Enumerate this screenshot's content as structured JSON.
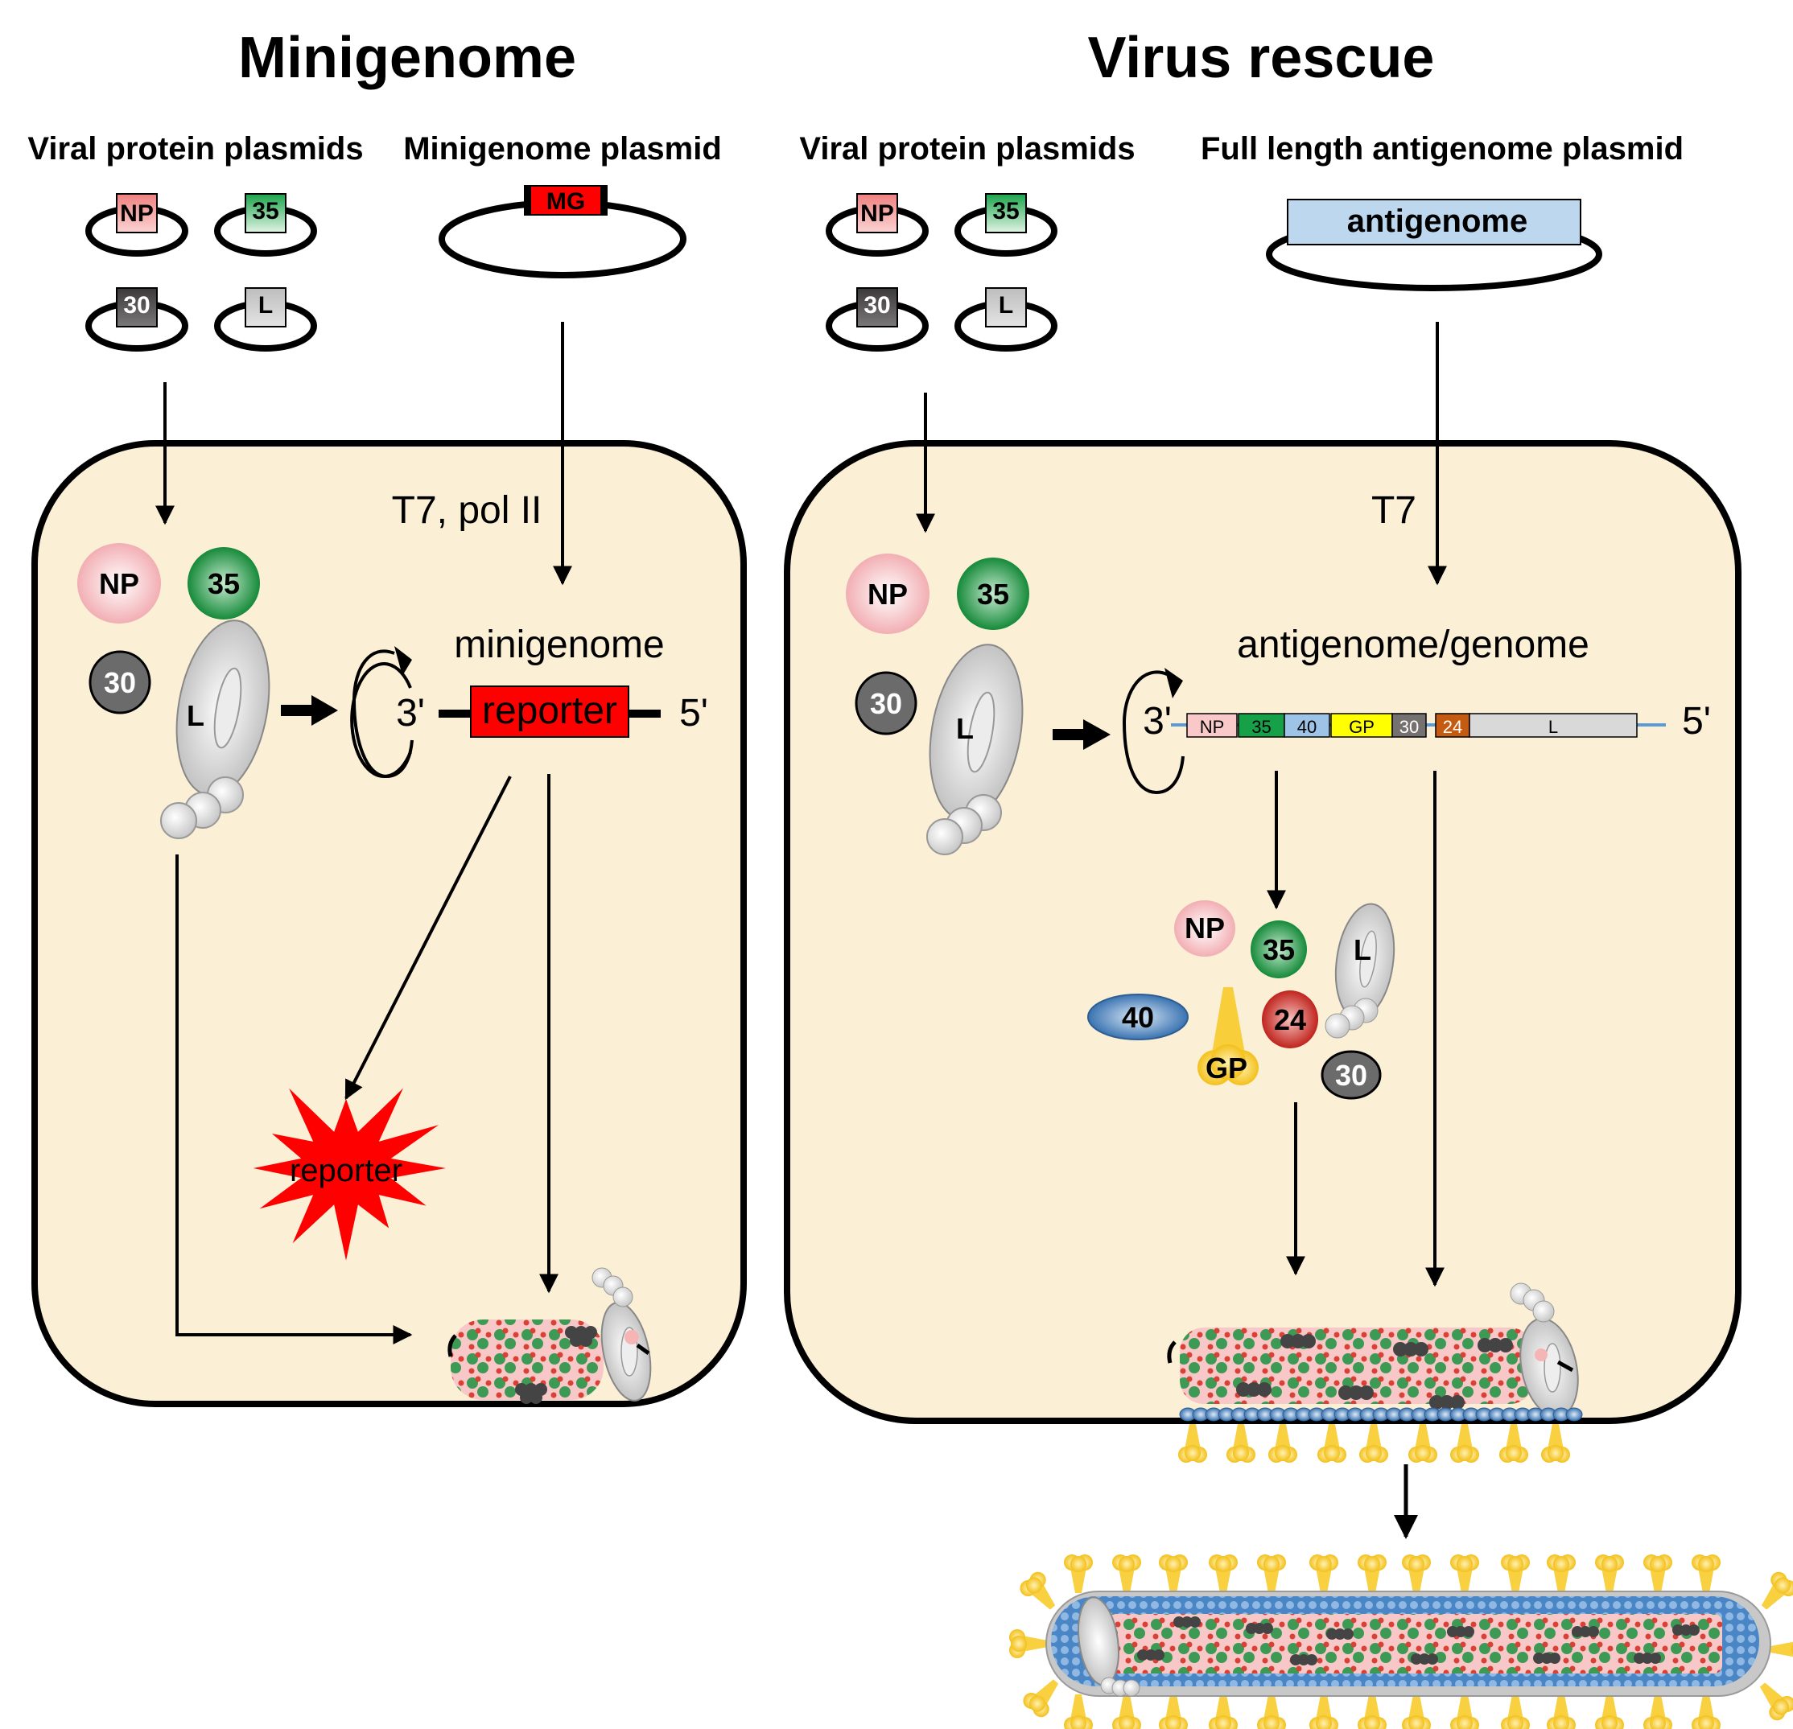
{
  "panels": {
    "minigenome": {
      "title": "Minigenome",
      "viral_protein_plasmids_label": "Viral protein plasmids",
      "minigenome_plasmid_label": "Minigenome plasmid",
      "plasmids": [
        {
          "label": "NP",
          "color": "#f4a3a3"
        },
        {
          "label": "35",
          "color": "#8fd6a3"
        },
        {
          "label": "30",
          "color": "#4d4b4b"
        },
        {
          "label": "L",
          "color": "#cfcfcf"
        }
      ],
      "mg_plasmid_tag": "MG",
      "polymerase_label": "T7, pol II",
      "rna_label": "minigenome",
      "three_prime": "3'",
      "five_prime": "5'",
      "reporter_gene": "reporter",
      "reporter_product": "reporter",
      "proteins": {
        "np": "NP",
        "vp35": "35",
        "vp30": "30",
        "l": "L"
      }
    },
    "virus_rescue": {
      "title": "Virus rescue",
      "viral_protein_plasmids_label": "Viral protein plasmids",
      "antigenome_plasmid_label": "Full length antigenome plasmid",
      "plasmids": [
        {
          "label": "NP",
          "color": "#f4a3a3"
        },
        {
          "label": "35",
          "color": "#8fd6a3"
        },
        {
          "label": "30",
          "color": "#4d4b4b"
        },
        {
          "label": "L",
          "color": "#cfcfcf"
        }
      ],
      "antigenome_tag": "antigenome",
      "polymerase_label": "T7",
      "rna_label": "antigenome/genome",
      "three_prime": "3'",
      "five_prime": "5'",
      "genome_genes": [
        {
          "label": "NP",
          "color": "#f9c9c9",
          "text": "#000000"
        },
        {
          "label": "35",
          "color": "#16a047",
          "text": "#000000"
        },
        {
          "label": "40",
          "color": "#9dc3e6",
          "text": "#000000"
        },
        {
          "label": "GP",
          "color": "#ffff00",
          "text": "#000000"
        },
        {
          "label": "30",
          "color": "#767171",
          "text": "#ffffff"
        },
        {
          "label": "24",
          "color": "#c55a11",
          "text": "#ffffff"
        },
        {
          "label": "L",
          "color": "#d9d9d9",
          "text": "#000000"
        }
      ],
      "proteins": {
        "np": "NP",
        "vp35": "35",
        "vp30": "30",
        "l": "L"
      },
      "expressed_proteins": {
        "np": "NP",
        "vp35": "35",
        "vp40": "40",
        "vp24": "24",
        "gp": "GP",
        "vp30": "30",
        "l": "L"
      }
    }
  },
  "colors": {
    "cell_fill": "#fbefd6",
    "np": "#f6b8bb",
    "vp35": "#2e9a4c",
    "vp30": "#6b6b6b",
    "vp40": "#4f86c0",
    "vp24": "#d0322c",
    "gp": "#f7c81e",
    "l": "#c9c9c9",
    "genome_line": "#5b9bd5",
    "mg_red": "#ff0000"
  }
}
